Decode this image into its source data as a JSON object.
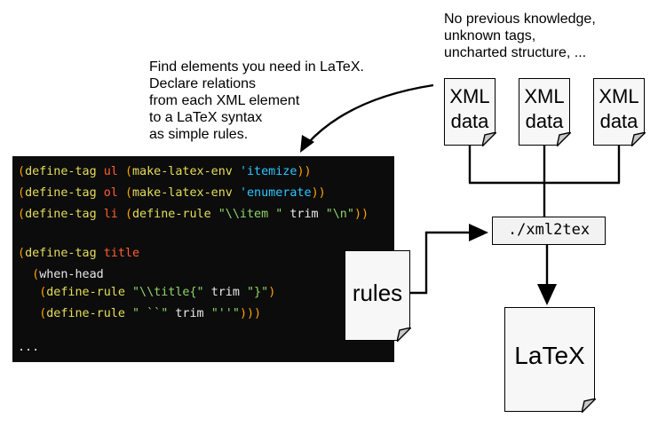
{
  "annotations": {
    "top_right": [
      "No previous knowledge,",
      "unknown tags,",
      "uncharted structure, ..."
    ],
    "left": [
      "Find elements you need in LaTeX.",
      "Declare relations",
      "from each XML element",
      "to a LaTeX syntax",
      "as simple rules."
    ]
  },
  "code": {
    "line1": {
      "p1": "(",
      "kw": "define-tag",
      "tag": "ul",
      "p2": "(",
      "fn": "make-latex-env",
      "arg": "'itemize",
      "p3": "))"
    },
    "line2": {
      "p1": "(",
      "kw": "define-tag",
      "tag": "ol",
      "p2": "(",
      "fn": "make-latex-env",
      "arg": "'enumerate",
      "p3": "))"
    },
    "line3": {
      "p1": "(",
      "kw": "define-tag",
      "tag": "li",
      "p2": "(",
      "fn": "define-rule",
      "s1": "\"\\\\item \"",
      "mid": "trim",
      "s2": "\"\\n\"",
      "p3": "))"
    },
    "line4": {
      "p1": "(",
      "kw": "define-tag",
      "tag": "title"
    },
    "line5": {
      "p1": "(",
      "kw": "when-head"
    },
    "line6": {
      "p1": "(",
      "fn": "define-rule",
      "s1": "\"\\\\title{\"",
      "mid": "trim",
      "s2": "\"}\"",
      "p3": ")"
    },
    "line7": {
      "p1": "(",
      "fn": "define-rule",
      "s1": "\" ``\"",
      "mid": "trim",
      "s2": "\"''\"",
      "p3": ")))"
    },
    "ellipsis": "..."
  },
  "diagram": {
    "xml_docs": [
      {
        "line1": "XML",
        "line2": "data"
      },
      {
        "line1": "XML",
        "line2": "data"
      },
      {
        "line1": "XML",
        "line2": "data"
      }
    ],
    "rules_label": "rules",
    "command": "./xml2tex",
    "output_label": "LaTeX"
  },
  "colors": {
    "code_background": "#0c0c0c",
    "paren": "#ffa200",
    "keyword": "#e6de5a",
    "tag_name": "#ff5e2e",
    "symbol": "#2ec6ff",
    "string": "#8ed46a",
    "plain": "#e8e8e8"
  }
}
